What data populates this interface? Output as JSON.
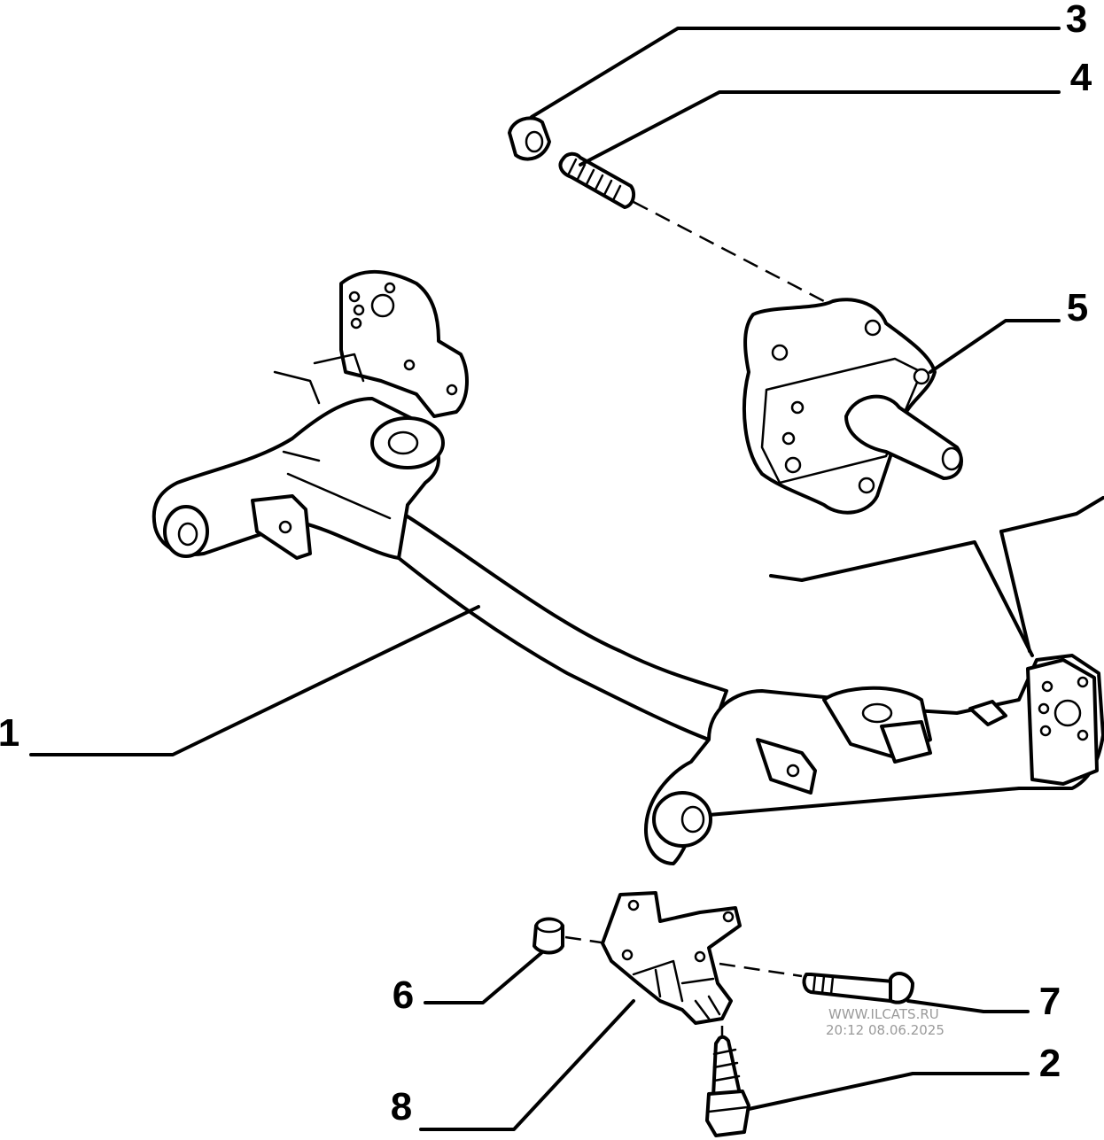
{
  "diagram": {
    "labels": {
      "l1": "1",
      "l2": "2",
      "l3": "3",
      "l4": "4",
      "l5": "5",
      "l6": "6",
      "l7": "7",
      "l8": "8"
    },
    "watermark": {
      "site": "WWW.ILCATS.RU",
      "timestamp": "20:12 08.06.2025"
    }
  }
}
